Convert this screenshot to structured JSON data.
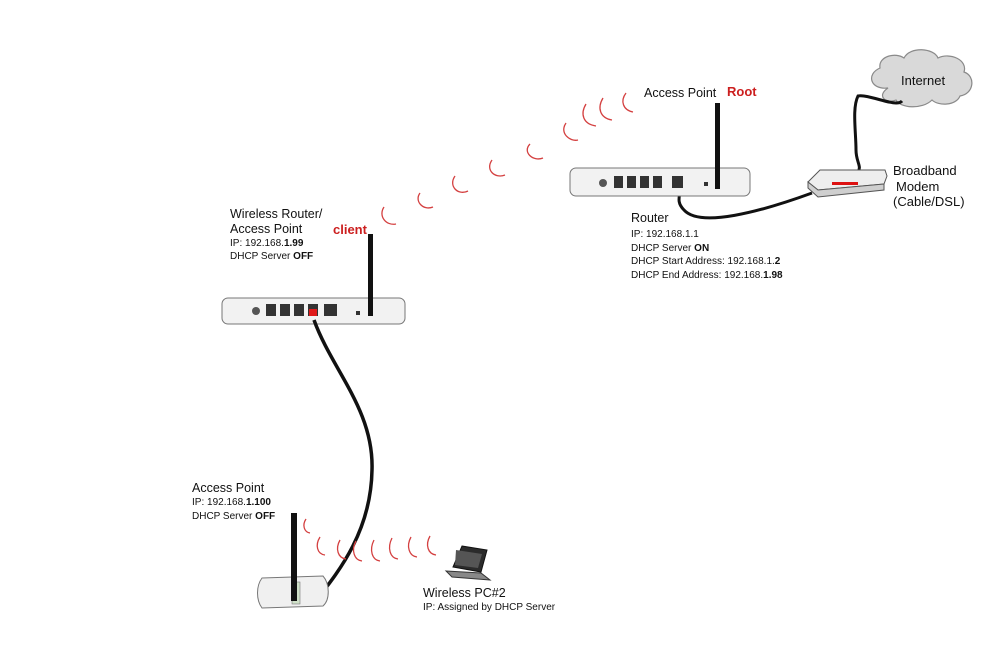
{
  "internet": {
    "label": "Internet"
  },
  "modem": {
    "line1": "Broadband",
    "line2": "Modem",
    "line3": "(Cable/DSL)"
  },
  "root_router": {
    "ap_label": "Access Point",
    "role": "Root",
    "title": "Router",
    "ip_label": "IP: ",
    "ip": "192.168.1.1",
    "dhcp_label": "DHCP Server ",
    "dhcp_state": "ON",
    "dhcp_start_label": "DHCP Start Address: ",
    "dhcp_start_prefix": "192.168.1.",
    "dhcp_start_bold": "2",
    "dhcp_start_suffix": "",
    "dhcp_end_label": "DHCP End Address: ",
    "dhcp_end_prefix": "192.168.",
    "dhcp_end_bold1": "1.",
    "dhcp_end_bold2": "98"
  },
  "client_router": {
    "title1": "Wireless Router/",
    "title2": "Access Point",
    "role": "client",
    "ip_label": "IP: ",
    "ip_prefix": "192.168.",
    "ip_bold1": "1.",
    "ip_bold2": "99",
    "dhcp_label": "DHCP Server ",
    "dhcp_state": "OFF"
  },
  "access_point": {
    "title": "Access Point",
    "ip_label": "IP: ",
    "ip_prefix": "192.168.",
    "ip_bold1": "1.",
    "ip_bold2": "100",
    "dhcp_label": "DHCP Server ",
    "dhcp_state": "OFF"
  },
  "wireless_pc": {
    "title": "Wireless PC#2",
    "ip_text": "IP: Assigned by DHCP Server"
  },
  "colors": {
    "role_label": "#cc1f1f",
    "wireless_waves": "#d44040",
    "cable": "#111111",
    "cloud": "#d9d9d9"
  }
}
